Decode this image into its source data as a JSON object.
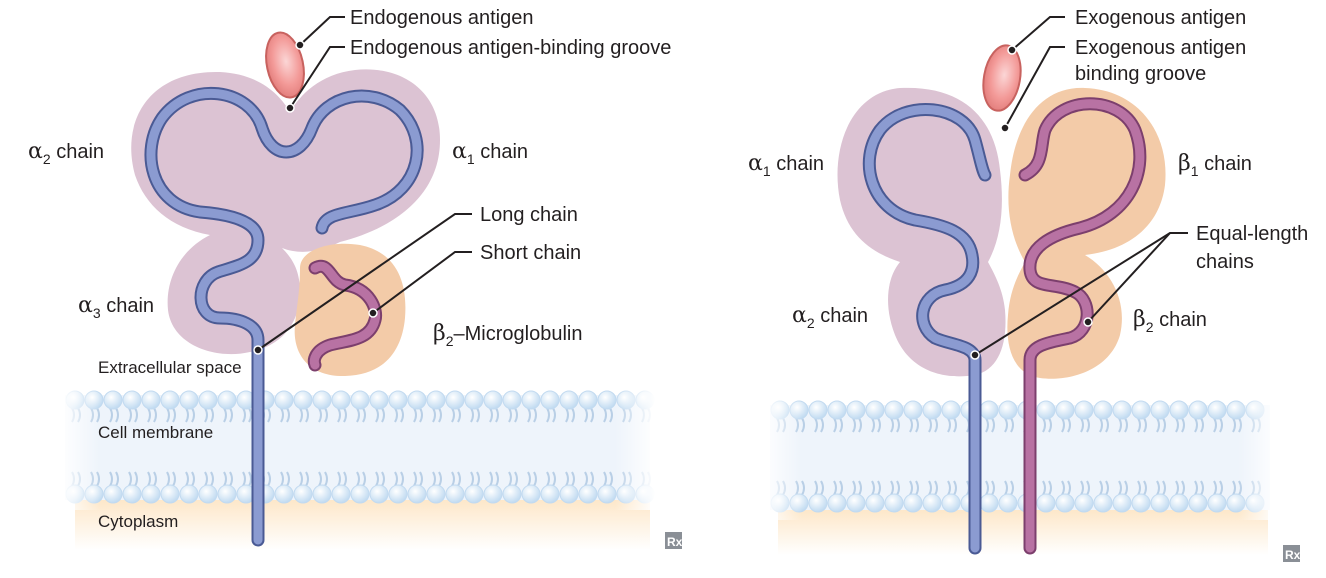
{
  "colors": {
    "alpha_domain": "#dcc3d3",
    "beta_domain": "#f3cba8",
    "alpha_chain": "#8b9bd1",
    "beta_chain": "#b872a3",
    "antigen": "#ee8c8a",
    "membrane": "#cfe3f4",
    "cytoplasm": "#fde7c9"
  },
  "mhc1": {
    "antigen_label": "Endogenous antigen",
    "groove_label": "Endogenous antigen-binding groove",
    "a2": {
      "greek": "α",
      "sub": "2",
      "text": " chain"
    },
    "a1": {
      "greek": "α",
      "sub": "1",
      "text": " chain"
    },
    "a3": {
      "greek": "α",
      "sub": "3",
      "text": " chain"
    },
    "long_chain": "Long chain",
    "short_chain": "Short chain",
    "b2m": {
      "greek": "β",
      "sub": "2",
      "text": "–Microglobulin"
    },
    "extracellular": "Extracellular space",
    "membrane": "Cell membrane",
    "cytoplasm": "Cytoplasm",
    "logo": "Rx"
  },
  "mhc2": {
    "antigen_label": "Exogenous antigen",
    "groove_line1": "Exogenous antigen",
    "groove_line2": "binding groove",
    "a1": {
      "greek": "α",
      "sub": "1",
      "text": " chain"
    },
    "b1": {
      "greek": "β",
      "sub": "1",
      "text": " chain"
    },
    "equal_line1": "Equal-length",
    "equal_line2": "chains",
    "a2": {
      "greek": "α",
      "sub": "2",
      "text": " chain"
    },
    "b2": {
      "greek": "β",
      "sub": "2",
      "text": " chain"
    },
    "logo": "Rx"
  }
}
